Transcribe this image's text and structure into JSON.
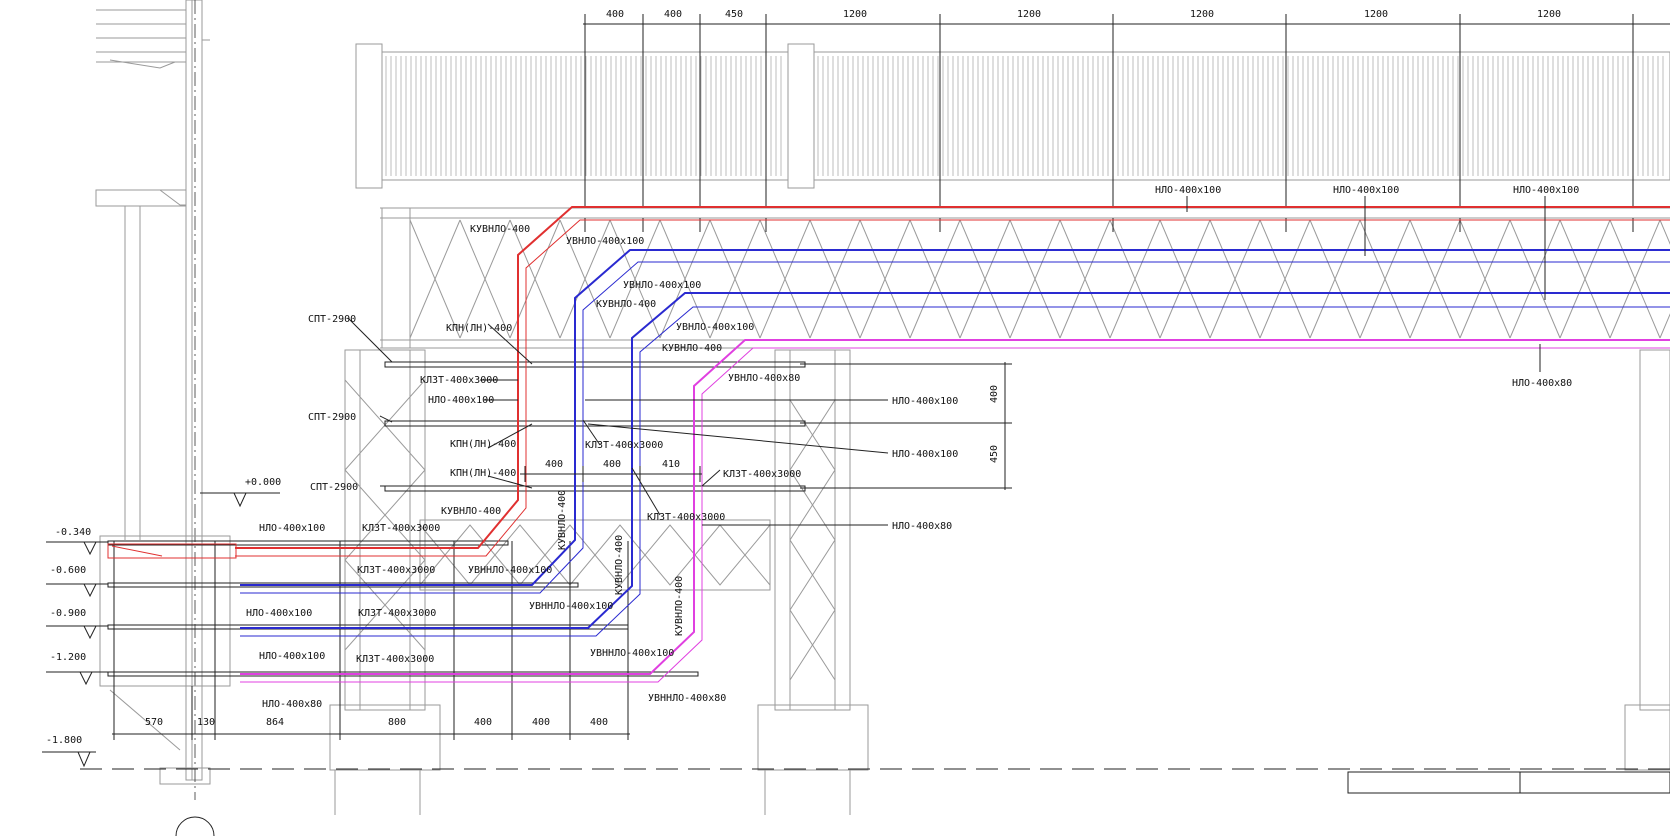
{
  "colors": {
    "red": "#e03030",
    "blue": "#2a2ad0",
    "magenta": "#e040e0",
    "structure": "#9a9a9a",
    "ink": "#111111"
  },
  "top_dims": [
    "400",
    "400",
    "450",
    "1200",
    "1200",
    "1200",
    "1200",
    "1200"
  ],
  "bottom_dims": [
    "570",
    "130",
    "864",
    "800",
    "400",
    "400",
    "400"
  ],
  "gap_dims": [
    "400",
    "400",
    "410"
  ],
  "vertical_dims": [
    "400",
    "450"
  ],
  "elevations": [
    "+0.000",
    "-0.340",
    "-0.600",
    "-0.900",
    "-1.200",
    "-1.800"
  ],
  "labels": {
    "nlo_top_1": "НЛО-400х100",
    "nlo_top_2": "НЛО-400х100",
    "nlo_top_3": "НЛО-400х100",
    "nlo_80_right": "НЛО-400х80",
    "kuvnlo_1": "КУВНЛО-400",
    "uvnlo_1": "УВНЛО-400х100",
    "uvnlo_2": "УВНЛО-400х100",
    "kuvnlo_2": "КУВНЛО-400",
    "uvnlo_3": "УВНЛО-400х100",
    "kuvnlo_3": "КУВНЛО-400",
    "uvnlo_80": "УВНЛО-400х80",
    "spt_1": "СПТ-2900",
    "spt_2": "СПТ-2900",
    "spt_3": "СПТ-2900",
    "kpn_1": "КПН(ЛН)-400",
    "kpn_2": "КПН(ЛН)-400",
    "kpn_3": "КПН(ЛН)-400",
    "klzt_1": "КЛЗТ-400х3000",
    "nlo_mid_1": "НЛО-400х100",
    "klzt_2": "КЛЗТ-400х3000",
    "klzt_3": "КЛЗТ-400х3000",
    "klzt_4": "КЛЗТ-400х3000",
    "nlo_right_1": "НЛО-400х100",
    "nlo_right_2": "НЛО-400х100",
    "nlo_right_80": "НЛО-400х80",
    "kuvnlo_4": "КУВНЛО-400",
    "klzt_5": "КЛЗТ-400х3000",
    "nlo_low_1": "НЛО-400х100",
    "klzt_6": "КЛЗТ-400х3000",
    "uvnnlo_1": "УВННЛО-400х100",
    "kuvnlo_v1": "КУВНЛО-400",
    "kuvnlo_v2": "КУВНЛО-400",
    "kuvnlo_v3": "КУВНЛО-400",
    "uvnnlo_2": "УВННЛО-400х100",
    "nlo_low_2": "НЛО-400х100",
    "klzt_7": "КЛЗТ-400х3000",
    "uvnnlo_3": "УВННЛО-400х100",
    "nlo_low_3": "НЛО-400х100",
    "klzt_8": "КЛЗТ-400х3000",
    "nlo_low_80": "НЛО-400х80",
    "uvnnlo_80": "УВННЛО-400х80"
  }
}
